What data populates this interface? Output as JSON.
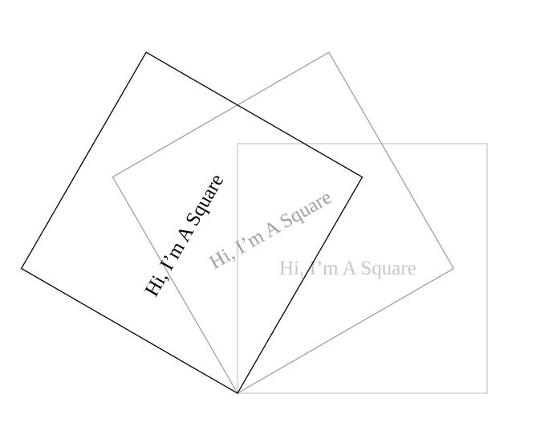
{
  "squares": [
    {
      "label": "Hi, I’m A Square",
      "stroke": "#c8c8c8",
      "rotation_deg": 0
    },
    {
      "label": "Hi, I’m A Square",
      "stroke": "#a0a0a0",
      "rotation_deg": -30
    },
    {
      "label": "Hi, I’m A Square",
      "stroke": "#000000",
      "rotation_deg": -60
    }
  ]
}
